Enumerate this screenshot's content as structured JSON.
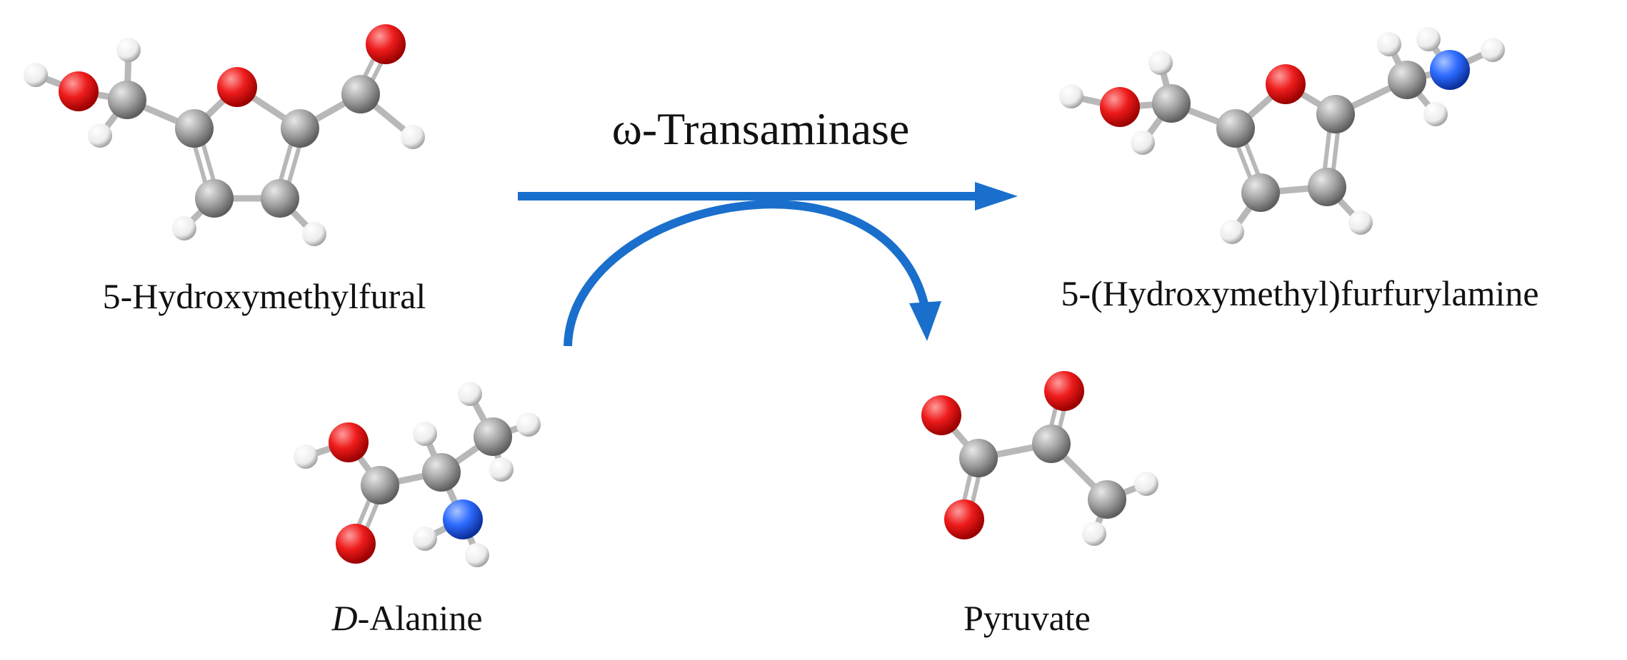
{
  "enzyme_label": "ω-Transaminase",
  "substrate": {
    "name": "5-Hydroxymethylfural"
  },
  "product": {
    "name": "5-(Hydroxymethyl)furfurylamine"
  },
  "amine_donor": {
    "name_prefix": "D",
    "name_rest": "-Alanine"
  },
  "coproduct": {
    "name": "Pyruvate"
  },
  "colors": {
    "arrow": "#1a6fcc",
    "carbon": "#9a9a9a",
    "oxygen": "#ee1c1c",
    "nitrogen": "#2d6bff",
    "hydrogen": "#ececec",
    "bond": "#b8b8b8"
  }
}
